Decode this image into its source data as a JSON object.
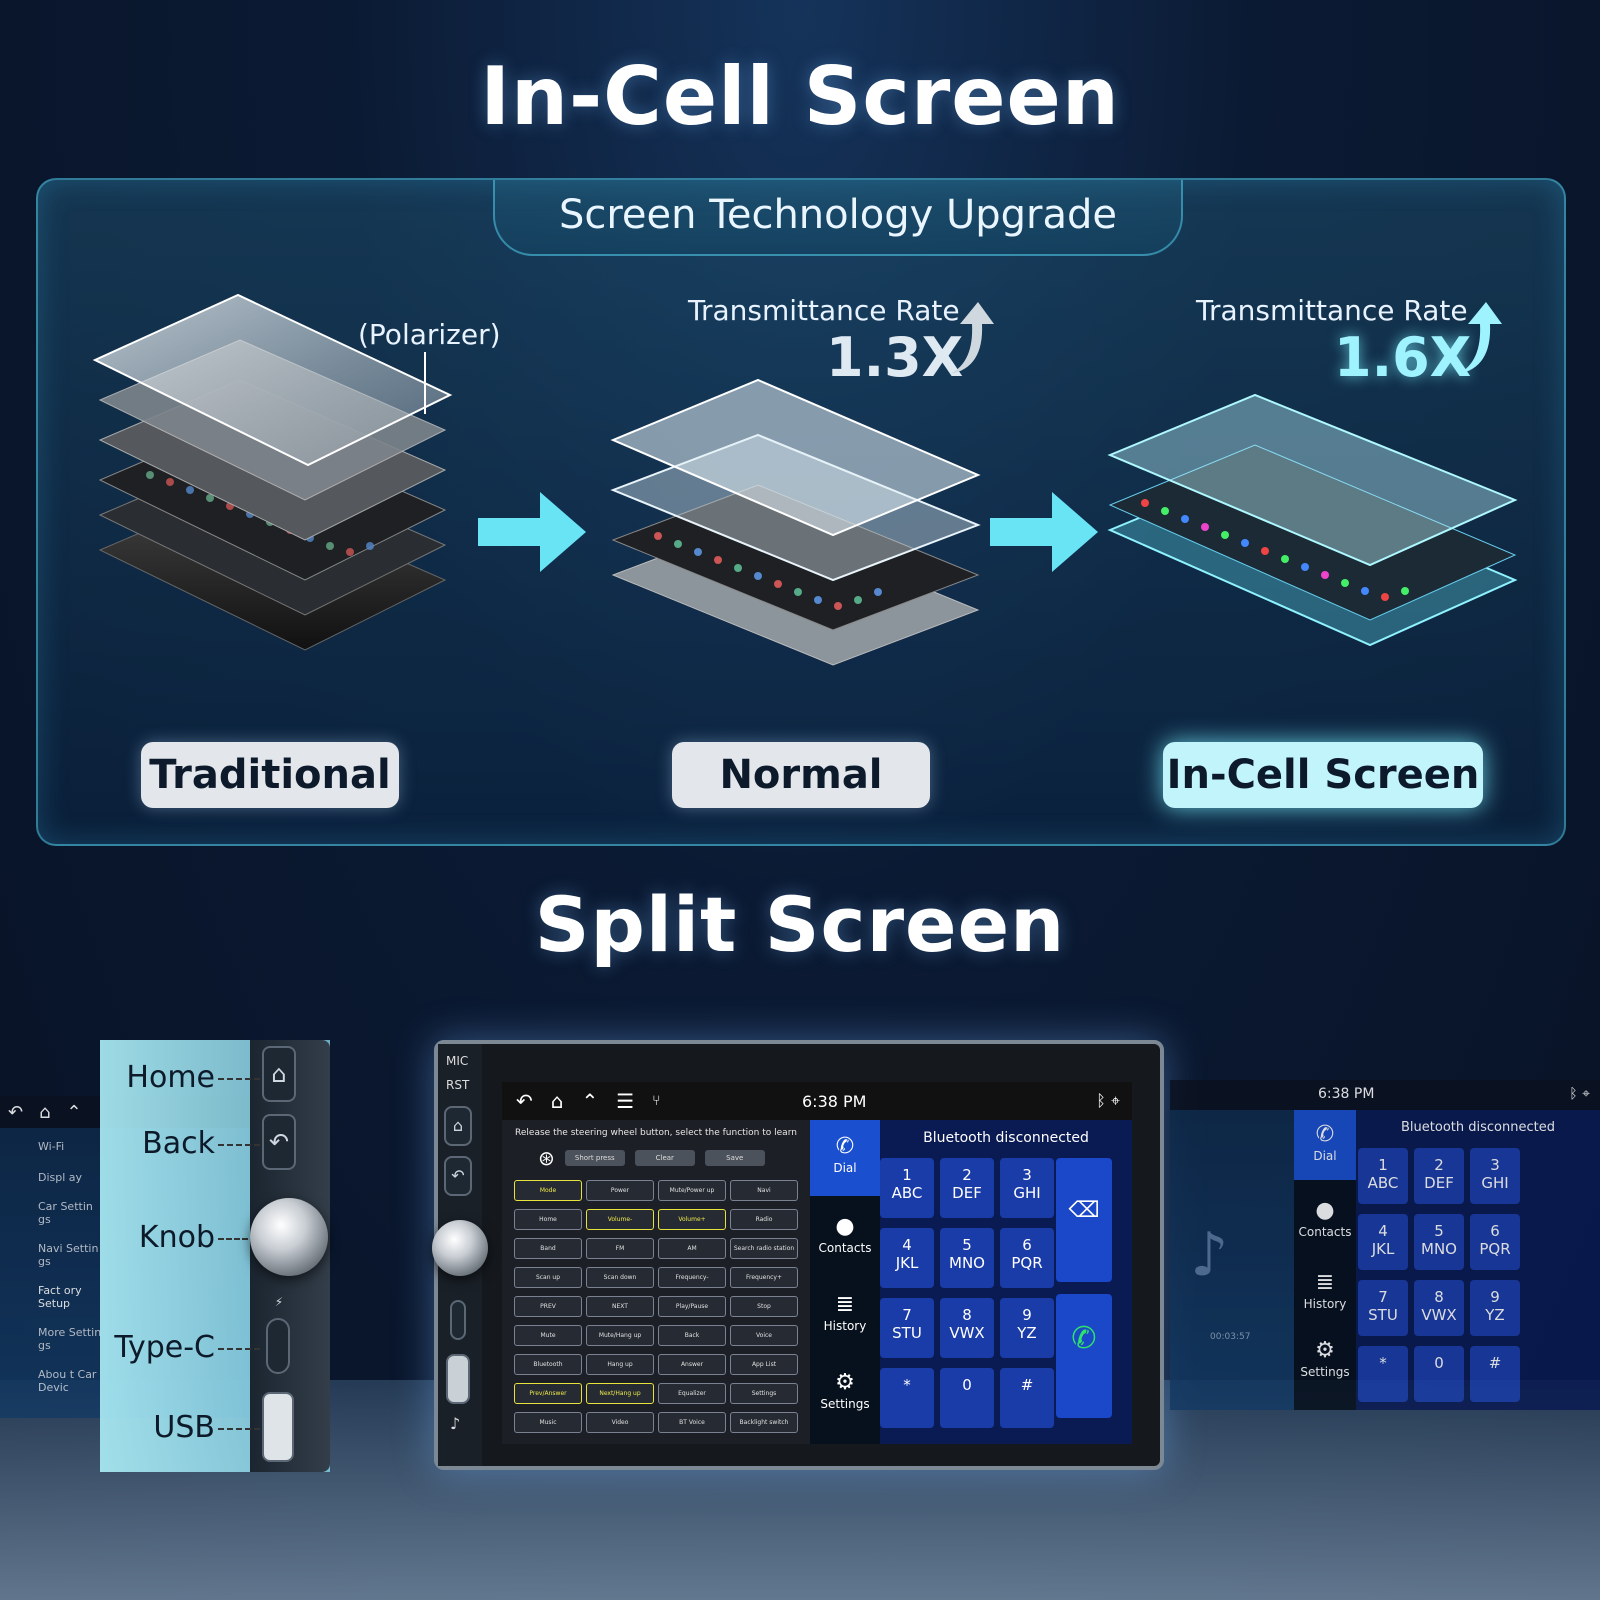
{
  "headings": {
    "top": "In-Cell Screen",
    "bottom": "Split Screen"
  },
  "upgrade": {
    "tab_title": "Screen Technology Upgrade",
    "polarizer_label": "(Polarizer)",
    "columns": [
      {
        "label": "Traditional"
      },
      {
        "label": "Normal",
        "rate_label": "Transmittance Rate",
        "rate_value": "1.3X"
      },
      {
        "label": "In-Cell Screen",
        "rate_label": "Transmittance Rate",
        "rate_value": "1.6X"
      }
    ]
  },
  "controls": {
    "labels": [
      "Home",
      "Back",
      "Knob",
      "Type-C",
      "USB"
    ]
  },
  "head_unit": {
    "mic": "MIC",
    "rst": "RST",
    "time": "6:38 PM",
    "steering": {
      "instruction": "Release the steering wheel button, select the function to learn",
      "top_buttons": [
        "Short press",
        "Clear",
        "Save"
      ],
      "cells": [
        {
          "t": "Mode",
          "y": true
        },
        {
          "t": "Power",
          "y": false
        },
        {
          "t": "Mute/Power up",
          "y": false
        },
        {
          "t": "Navi",
          "y": false
        },
        {
          "t": "Home",
          "y": false
        },
        {
          "t": "Volume-",
          "y": true
        },
        {
          "t": "Volume+",
          "y": true
        },
        {
          "t": "Radio",
          "y": false
        },
        {
          "t": "Band",
          "y": false
        },
        {
          "t": "FM",
          "y": false
        },
        {
          "t": "AM",
          "y": false
        },
        {
          "t": "Search radio station",
          "y": false
        },
        {
          "t": "Scan up",
          "y": false
        },
        {
          "t": "Scan down",
          "y": false
        },
        {
          "t": "Frequency-",
          "y": false
        },
        {
          "t": "Frequency+",
          "y": false
        },
        {
          "t": "PREV",
          "y": false
        },
        {
          "t": "NEXT",
          "y": false
        },
        {
          "t": "Play/Pause",
          "y": false
        },
        {
          "t": "Stop",
          "y": false
        },
        {
          "t": "Mute",
          "y": false
        },
        {
          "t": "Mute/Hang up",
          "y": false
        },
        {
          "t": "Back",
          "y": false
        },
        {
          "t": "Voice",
          "y": false
        },
        {
          "t": "Bluetooth",
          "y": false
        },
        {
          "t": "Hang up",
          "y": false
        },
        {
          "t": "Answer",
          "y": false
        },
        {
          "t": "App List",
          "y": false
        },
        {
          "t": "Prev/Answer",
          "y": true
        },
        {
          "t": "Next/Hang up",
          "y": true
        },
        {
          "t": "Equalizer",
          "y": false
        },
        {
          "t": "Settings",
          "y": false
        },
        {
          "t": "Music",
          "y": false
        },
        {
          "t": "Video",
          "y": false
        },
        {
          "t": "BT Voice",
          "y": false
        },
        {
          "t": "Backlight switch",
          "y": false
        }
      ]
    },
    "phone_nav": [
      "Dial",
      "Contacts",
      "History",
      "Settings"
    ],
    "dial_title": "Bluetooth disconnected",
    "keys": [
      {
        "n": "1",
        "l": "ABC"
      },
      {
        "n": "2",
        "l": "DEF"
      },
      {
        "n": "3",
        "l": "GHI"
      },
      {
        "n": "4",
        "l": "JKL"
      },
      {
        "n": "5",
        "l": "MNO"
      },
      {
        "n": "6",
        "l": "PQR"
      },
      {
        "n": "7",
        "l": "STU"
      },
      {
        "n": "8",
        "l": "VWX"
      },
      {
        "n": "9",
        "l": "YZ"
      },
      {
        "n": "*",
        "l": ""
      },
      {
        "n": "0",
        "l": ""
      },
      {
        "n": "#",
        "l": ""
      }
    ]
  },
  "left_screen": {
    "items": [
      "Wi-Fi",
      "Displ ay",
      "Car Settin gs",
      "Navi Settin gs",
      "Fact ory Setup",
      "More Settin gs",
      "Abou t Car Devic"
    ]
  },
  "right_screen": {
    "time": "6:38 PM",
    "dial_title": "Bluetooth disconnected",
    "progress_time": "00:03:57"
  },
  "colors": {
    "accent_cyan": "#9ef3ff",
    "dial_blue": "#1a3ca8",
    "call_green": "#2ee36a"
  }
}
